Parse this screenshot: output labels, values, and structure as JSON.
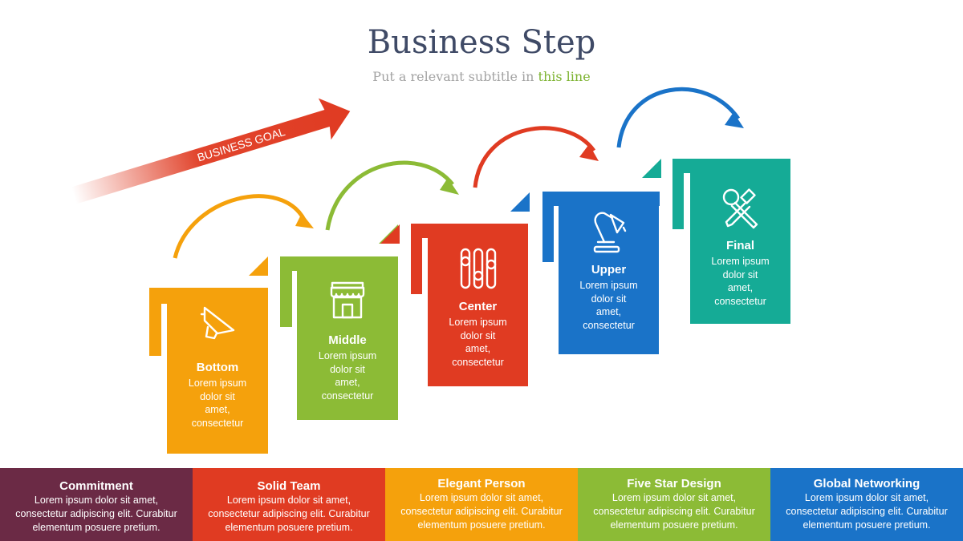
{
  "header": {
    "title": "Business Step",
    "subtitle_main": "Put a relevant subtitle in ",
    "subtitle_highlight": "this line"
  },
  "goal_arrow": {
    "label": "BUSINESS GOAL"
  },
  "steps": [
    {
      "name": "Bottom",
      "desc_lines": [
        "Lorem ipsum",
        "dolor sit",
        "amet,",
        "consectetur"
      ],
      "icon": "megaphone-icon",
      "color": "#f5a10c"
    },
    {
      "name": "Middle",
      "desc_lines": [
        "Lorem ipsum",
        "dolor sit",
        "amet,",
        "consectetur"
      ],
      "icon": "storefront-icon",
      "color": "#8cbb36"
    },
    {
      "name": "Center",
      "desc_lines": [
        "Lorem ipsum",
        "dolor sit",
        "amet,",
        "consectetur"
      ],
      "icon": "sliders-icon",
      "color": "#e03b22"
    },
    {
      "name": "Upper",
      "desc_lines": [
        "Lorem ipsum",
        "dolor sit",
        "amet,",
        "consectetur"
      ],
      "icon": "desk-lamp-icon",
      "color": "#1a73c8"
    },
    {
      "name": "Final",
      "desc_lines": [
        "Lorem ipsum",
        "dolor sit",
        "amet,",
        "consectetur"
      ],
      "icon": "tools-icon",
      "color": "#15ab96"
    }
  ],
  "bands": [
    {
      "title": "Commitment",
      "lines": [
        "Lorem ipsum dolor sit amet,",
        "consectetur adipiscing elit. Curabitur",
        "elementum posuere pretium."
      ],
      "color": "#6b2a45"
    },
    {
      "title": "Solid Team",
      "lines": [
        "Lorem ipsum dolor sit amet,",
        "consectetur adipiscing elit. Curabitur",
        "elementum posuere pretium."
      ],
      "color": "#e03b22"
    },
    {
      "title": "Elegant Person",
      "lines": [
        "Lorem ipsum dolor sit amet,",
        "consectetur adipiscing elit. Curabitur",
        "elementum posuere pretium."
      ],
      "color": "#f5a10c"
    },
    {
      "title": "Five Star Design",
      "lines": [
        "Lorem ipsum dolor sit amet,",
        "consectetur adipiscing elit. Curabitur",
        "elementum posuere pretium."
      ],
      "color": "#8cbb36"
    },
    {
      "title": "Global Networking",
      "lines": [
        "Lorem ipsum dolor sit amet,",
        "consectetur adipiscing elit. Curabitur",
        "elementum posuere pretium."
      ],
      "color": "#1a73c8"
    }
  ]
}
